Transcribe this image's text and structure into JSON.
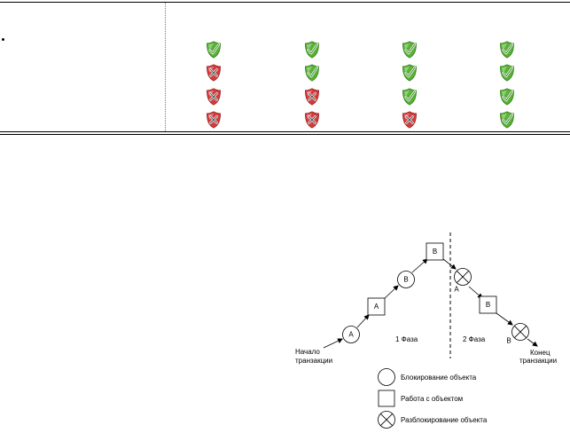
{
  "matrix": {
    "rows": [
      [
        "ok",
        "ok",
        "ok",
        "ok"
      ],
      [
        "no",
        "ok",
        "ok",
        "ok"
      ],
      [
        "no",
        "no",
        "ok",
        "ok"
      ],
      [
        "no",
        "no",
        "no",
        "ok"
      ]
    ]
  },
  "icons": {
    "ok": "green-shield-check-icon",
    "no": "red-shield-cross-icon"
  },
  "colors": {
    "ok_fill": "#58b336",
    "ok_edge": "#3e8a24",
    "no_fill": "#d63c3c",
    "no_edge": "#a52a2a"
  },
  "diagram": {
    "steps": [
      "A",
      "A",
      "B",
      "B",
      "A",
      "B",
      "B"
    ],
    "labels": {
      "start": [
        "Начало",
        "транзакции"
      ],
      "end": [
        "Конец",
        "транзакции"
      ],
      "phase1": "1 Фаза",
      "phase2": "2 Фаза"
    },
    "legend": {
      "lock": "Блокирование объекта",
      "work": "Работа с объектом",
      "unlock": "Разблокирование объекта"
    }
  }
}
